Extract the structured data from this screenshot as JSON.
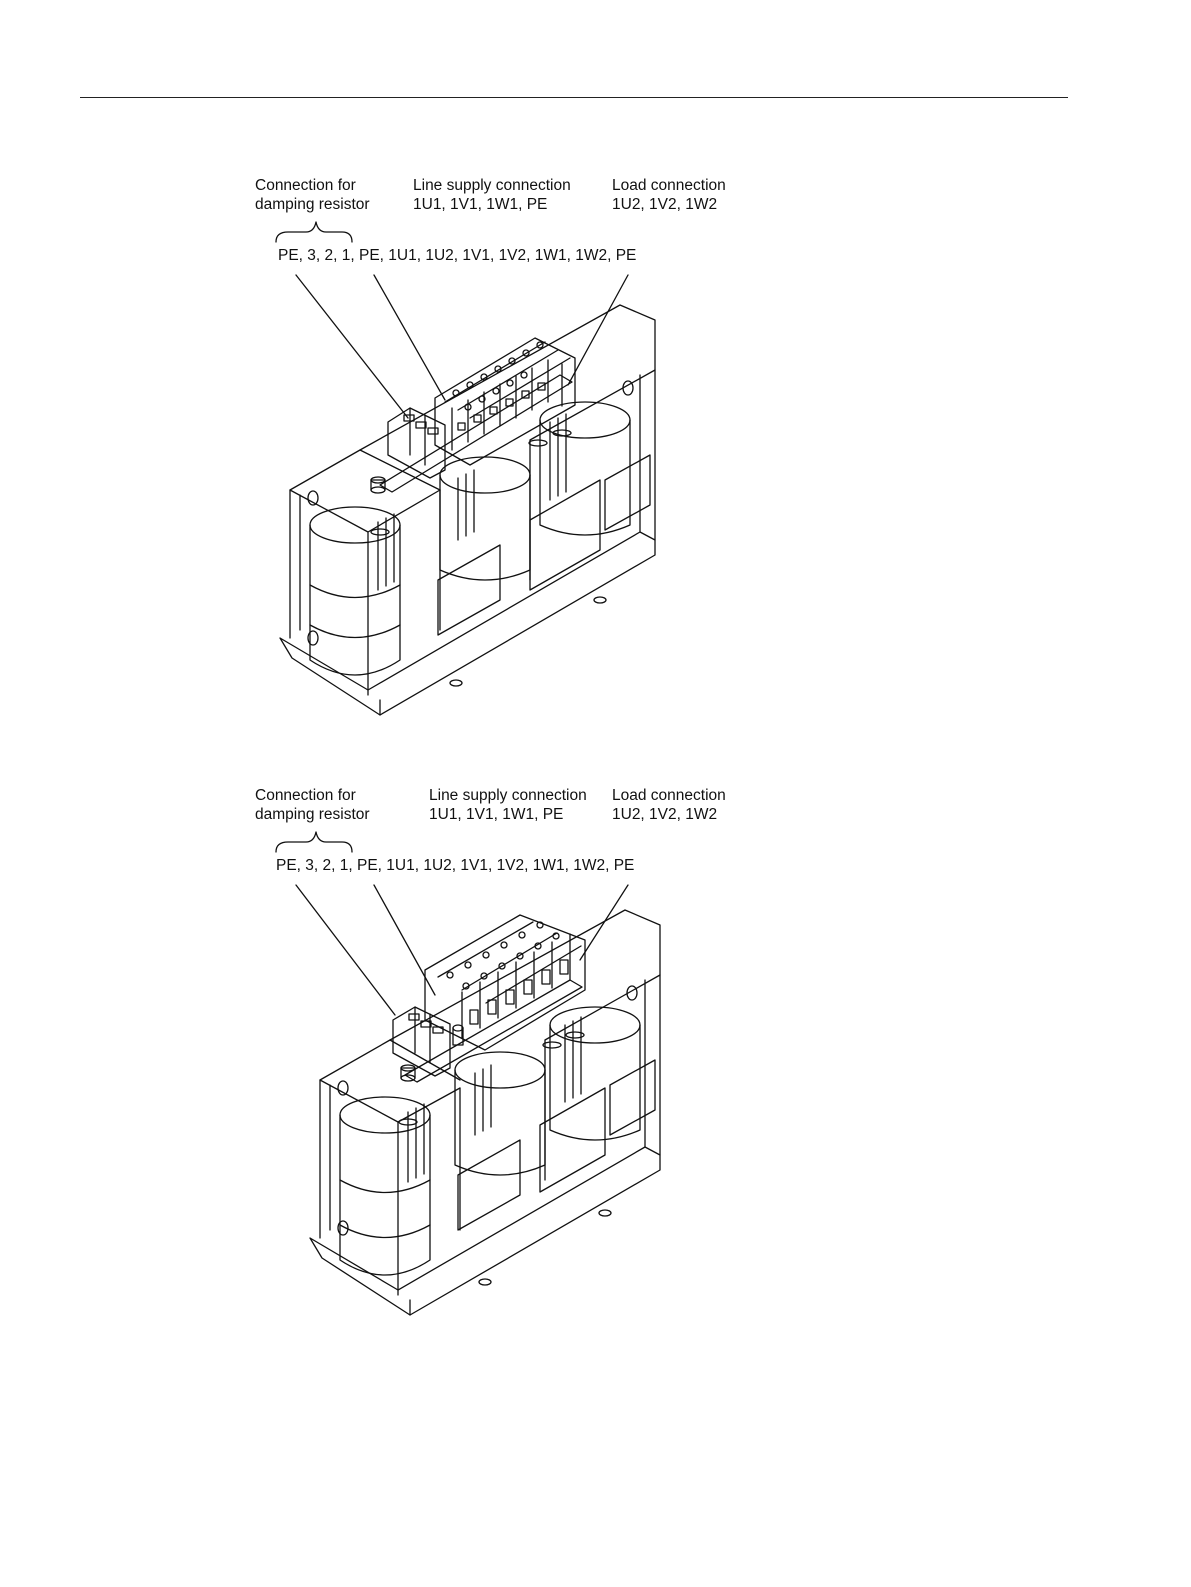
{
  "figures": [
    {
      "damping": {
        "line1": "Connection for",
        "line2": "damping resistor"
      },
      "line_supply": {
        "line1": "Line supply connection",
        "line2": "1U1, 1V1, 1W1, PE"
      },
      "load": {
        "line1": "Load connection",
        "line2": "1U2, 1V2, 1W2"
      },
      "terminals": "PE, 3, 2, 1, PE, 1U1, 1U2, 1V1, 1V2, 1W1, 1W2, PE"
    },
    {
      "damping": {
        "line1": "Connection for",
        "line2": "damping resistor"
      },
      "line_supply": {
        "line1": "Line supply connection",
        "line2": "1U1, 1V1, 1W1, PE"
      },
      "load": {
        "line1": "Load connection",
        "line2": "1U2, 1V2, 1W2"
      },
      "terminals": "PE, 3, 2, 1, PE, 1U1, 1U2, 1V1, 1V2, 1W1, 1W2, PE"
    }
  ]
}
